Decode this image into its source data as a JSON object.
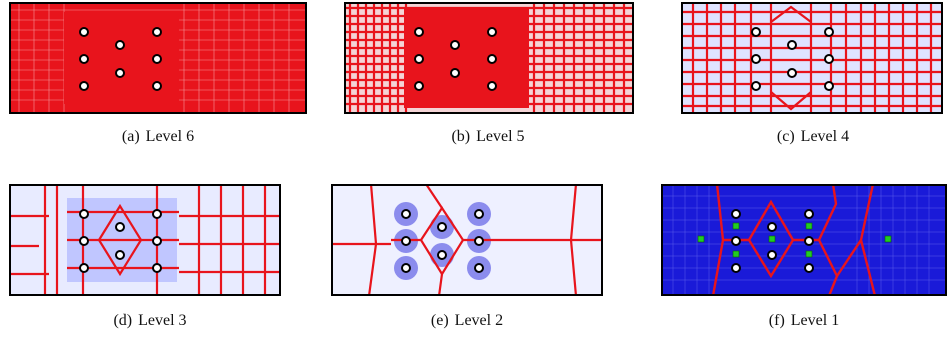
{
  "figure": {
    "colors": {
      "partition": "#e8141c",
      "mesh_light": "#8a8aee",
      "mesh_dense": "#0a0ad0",
      "hole_fill": "#ffffff",
      "hole_stroke": "#000000",
      "marker": "#22cc22",
      "frame": "#000000"
    },
    "panels": [
      {
        "id": "a",
        "label": "(a)",
        "title": "Level 6"
      },
      {
        "id": "b",
        "label": "(b)",
        "title": "Level 5"
      },
      {
        "id": "c",
        "label": "(c)",
        "title": "Level 4"
      },
      {
        "id": "d",
        "label": "(d)",
        "title": "Level 3"
      },
      {
        "id": "e",
        "label": "(e)",
        "title": "Level 2"
      },
      {
        "id": "f",
        "label": "(f)",
        "title": "Level 1"
      }
    ]
  }
}
